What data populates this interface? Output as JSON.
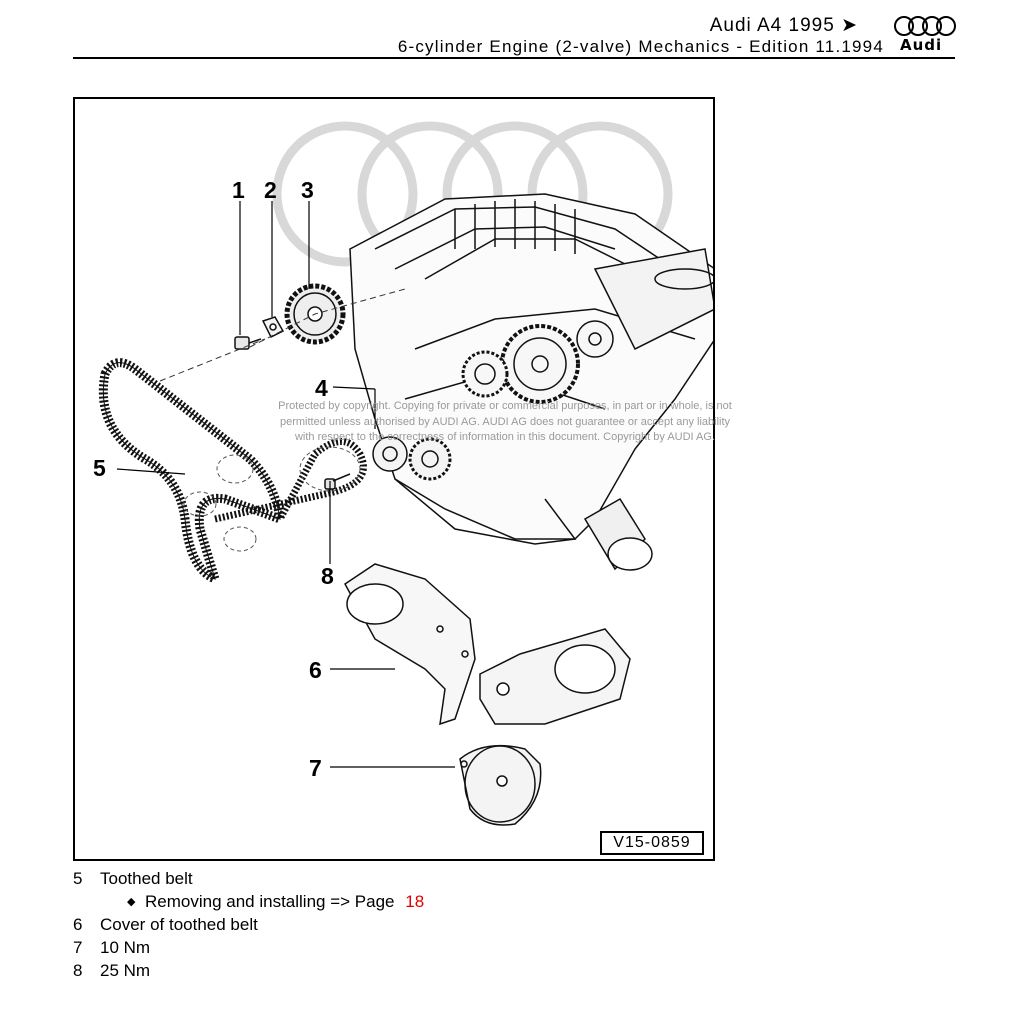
{
  "header": {
    "title_line1": "Audi A4 1995 ➤",
    "title_line2": "6-cylinder Engine (2-valve) Mechanics - Edition 11.1994",
    "logo_text": "Audi"
  },
  "figure": {
    "callouts": {
      "c1": "1",
      "c2": "2",
      "c3": "3",
      "c4": "4",
      "c5": "5",
      "c6": "6",
      "c7": "7",
      "c8": "8"
    },
    "code": "V15-0859",
    "copyright_lines": [
      "Protected by copyright. Copying for private or commercial purposes, in part or in whole, is not",
      "permitted unless authorised by AUDI AG. AUDI AG does not guarantee or accept any liability",
      "with respect to the correctness of information in this document. Copyright by AUDI AG."
    ]
  },
  "legend": {
    "items": [
      {
        "num": "5",
        "text": "Toothed belt"
      },
      {
        "num": "6",
        "text": "Cover of toothed belt"
      },
      {
        "num": "7",
        "text": "10 Nm"
      },
      {
        "num": "8",
        "text": "25 Nm"
      }
    ],
    "sub_item": {
      "text": "Removing and installing => Page",
      "page": "18"
    }
  }
}
